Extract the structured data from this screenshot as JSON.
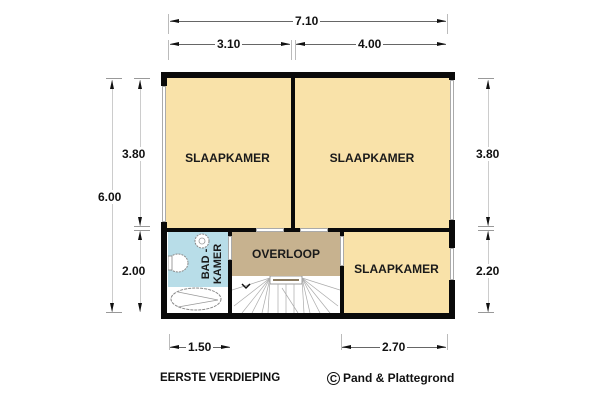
{
  "plan": {
    "title": "EERSTE VERDIEPING",
    "copyright_symbol": "©",
    "copyright": "Pand & Plattegrond",
    "colors": {
      "bedroom": "#f9e2a9",
      "bathroom": "#b8dde8",
      "landing": "#c7b28f",
      "wall": "#0a0a0a",
      "stairs": "#ffffff"
    }
  },
  "dimensions": {
    "top_total": "7.10",
    "top_left": "3.10",
    "top_right": "4.00",
    "left_total": "6.00",
    "left_upper": "3.80",
    "left_lower": "2.00",
    "right_upper": "3.80",
    "right_lower": "2.20",
    "bottom_left": "1.50",
    "bottom_right": "2.70"
  },
  "rooms": [
    {
      "id": "bedroom-1",
      "label": "SLAAPKAMER"
    },
    {
      "id": "bedroom-2",
      "label": "SLAAPKAMER"
    },
    {
      "id": "bedroom-3",
      "label": "SLAAPKAMER"
    },
    {
      "id": "bathroom",
      "label_line1": "BAD -",
      "label_line2": "KAMER"
    },
    {
      "id": "landing",
      "label": "OVERLOOP"
    }
  ]
}
